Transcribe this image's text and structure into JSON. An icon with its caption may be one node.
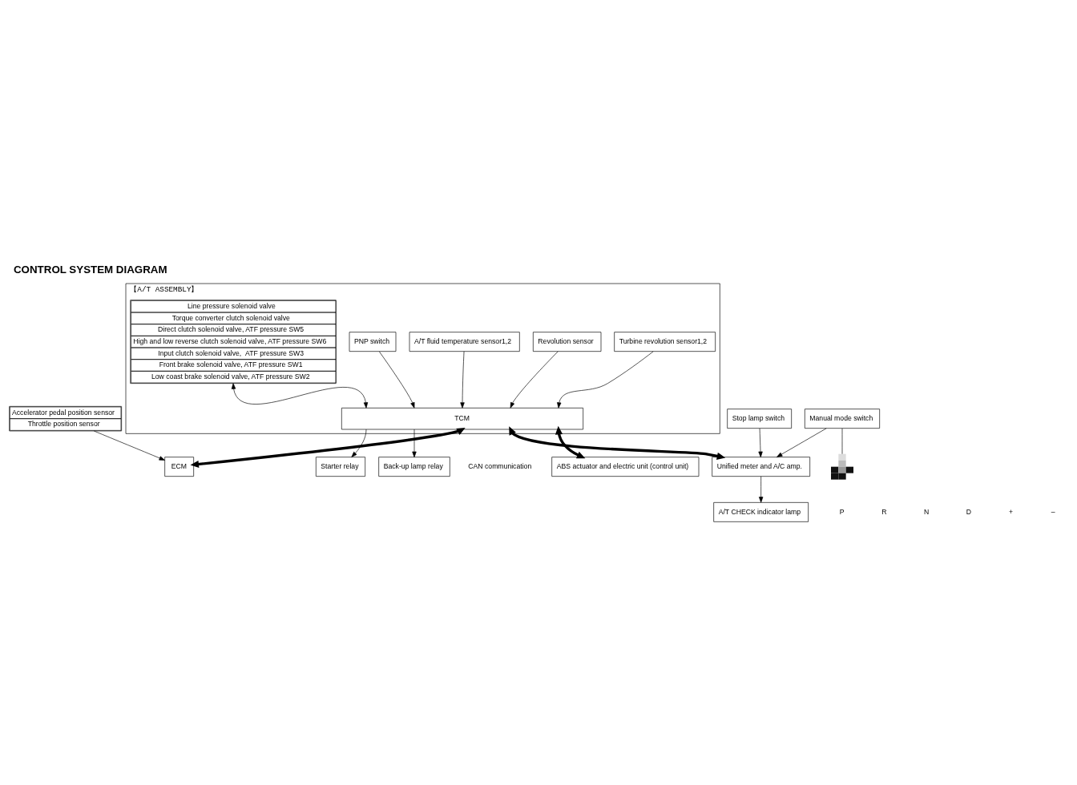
{
  "diagram": {
    "title": "CONTROL SYSTEM DIAGRAM",
    "nodes": [
      {
        "text": [
          "【A/T ASSEMBLY】"
        ]
      },
      {
        "text": [
          "Turbine revolution sensor1,2"
        ],
        "in": 0
      },
      {
        "text": [
          "Revolution sensor"
        ],
        "in": 0
      },
      {
        "text": [
          "A/T fluid temperature sensor1,2"
        ],
        "in": 0
      },
      {
        "text": [
          "PNP switch"
        ],
        "in": 0
      },
      {
        "text": [
          "Line pressure solenoid valve",
          "Torque converter clutch solenoid valve",
          "Direct clutch solenoid valve, ATF pressure SW5",
          "High and low reverse clutch solenoid valve, ATF pressure SW6",
          "Input clutch solenoid valve,  ATF pressure SW3",
          "Front brake solenoid valve, ATF pressure SW1",
          "Low coast brake solenoid valve, ATF pressure SW2"
        ],
        "in": 0
      },
      {
        "text": [
          "TCM"
        ],
        "in": 0
      },
      {
        "text": [
          "Back-up lamp relay"
        ]
      },
      {
        "text": [
          "Starter relay"
        ]
      },
      {
        "text": [
          "ECM"
        ]
      },
      {
        "text": [
          "Unified meter and A/C amp."
        ]
      },
      {
        "text": [
          "ABS actuator and electric unit (control unit)"
        ]
      },
      {
        "text": [
          "Stop lamp switch"
        ]
      },
      {
        "text": [
          "Manual mode switch"
        ]
      },
      {
        "text": [
          "A/T CHECK indicator lamp"
        ]
      },
      {
        "text": [
          "Accelerator pedal position sensor",
          "Throttle position sensor"
        ]
      },
      {
        "text": [],
        "shape": "picture"
      }
    ],
    "edges": [
      {
        "from": 1,
        "to": 6,
        "arrow": "to"
      },
      {
        "from": 2,
        "to": 6,
        "arrow": "to"
      },
      {
        "from": 3,
        "to": 6,
        "arrow": "to"
      },
      {
        "from": 4,
        "to": 6,
        "arrow": "to"
      },
      {
        "from": 5,
        "to": 6,
        "arrow": "both"
      },
      {
        "from": 6,
        "to": 8,
        "arrow": "to"
      },
      {
        "from": 6,
        "to": 7,
        "arrow": "to"
      },
      {
        "from": 6,
        "to": 9,
        "arrow": "both",
        "style": "thick"
      },
      {
        "from": 6,
        "to": 10,
        "arrow": "both",
        "style": "thick"
      },
      {
        "from": 6,
        "to": 11,
        "arrow": "both",
        "style": "thick"
      },
      {
        "from": 15,
        "to": 9,
        "arrow": "to"
      },
      {
        "from": 12,
        "to": 10,
        "arrow": "to"
      },
      {
        "from": 13,
        "to": 10,
        "arrow": "to"
      },
      {
        "from": 10,
        "to": 14,
        "arrow": "to"
      },
      {
        "from": 13,
        "to": 16,
        "arrow": "none"
      }
    ],
    "labels": [
      "CAN communication",
      "P",
      "R",
      "N",
      "D",
      "+",
      "–"
    ]
  }
}
